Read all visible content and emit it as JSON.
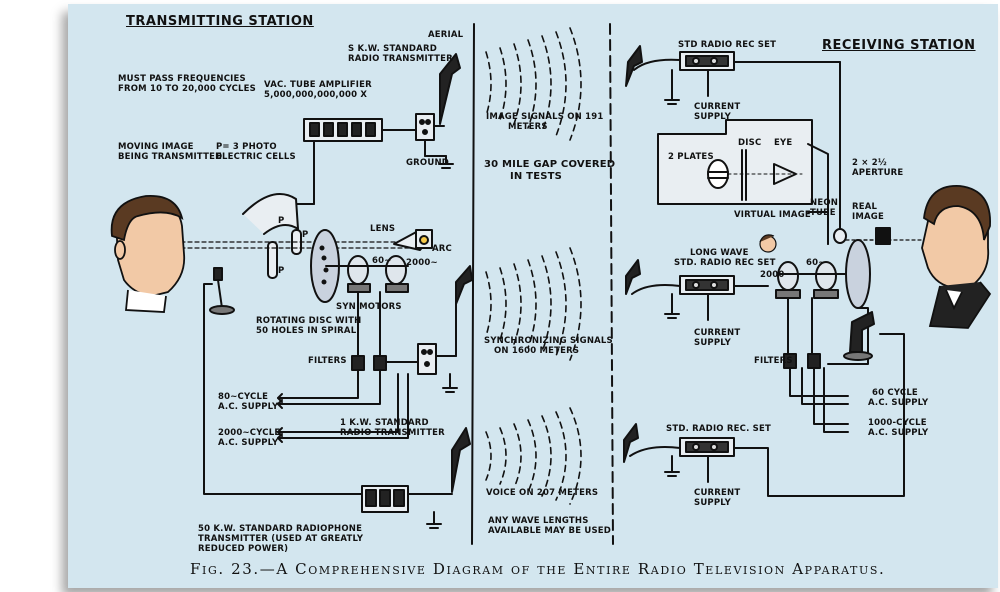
{
  "headers": {
    "transmitting": "TRANSMITTING  STATION",
    "receiving": "RECEIVING  STATION"
  },
  "labels": {
    "aerial": "AERIAL",
    "skw_transmitter_1": "S K.W. STANDARD",
    "skw_transmitter_2": "RADIO TRANSMITTER",
    "must_pass_1": "MUST PASS FREQUENCIES",
    "must_pass_2": "FROM 10 TO 20,000 CYCLES",
    "vac_tube_1": "VAC. TUBE AMPLIFIER",
    "vac_tube_2": "5,000,000,000,000 X",
    "moving_image_1": "MOVING IMAGE",
    "moving_image_2": "BEING TRANSMITTED",
    "photo_cells_1": "P= 3 PHOTO",
    "photo_cells_2": "ELECTRIC CELLS",
    "ground": "GROUND",
    "p1": "P",
    "p2": "P",
    "p3": "P",
    "lens": "LENS",
    "arc": "ARC",
    "freq_2000_tx": "2000~",
    "freq_60_tx": "60~",
    "syn_motors": "SYN MOTORS",
    "rotating_disc_1": "ROTATING DISC WITH",
    "rotating_disc_2": "50 HOLES IN SPIRAL",
    "filters_tx": "FILTERS",
    "supply_80_1": "80~CYCLE",
    "supply_80_2": "A.C. SUPPLY",
    "supply_2000_1": "2000~CYCLE",
    "supply_2000_2": "A.C. SUPPLY",
    "one_kw_1": "1 K.W. STANDARD",
    "one_kw_2": "RADIO TRANSMITTER",
    "fifty_kw_1": "50 K.W. STANDARD RADIOPHONE",
    "fifty_kw_2": "TRANSMITTER (USED AT GREATLY",
    "fifty_kw_3": "REDUCED POWER)",
    "image_signals_1": "IMAGE SIGNALS ON 191",
    "image_signals_2": "METERS",
    "gap_1": "30 MILE GAP COVERED",
    "gap_2": "IN TESTS",
    "sync_signals_1": "SYNCHRONIZING SIGNALS",
    "sync_signals_2": "ON 1600 METERS",
    "voice_1": "VOICE ON 207 METERS",
    "any_wave_1": "ANY WAVE LENGTHS",
    "any_wave_2": "AVAILABLE MAY BE USED",
    "std_rec_1": "STD RADIO REC SET",
    "current_supply_1a": "CURRENT",
    "current_supply_1b": "SUPPLY",
    "two_plates": "2 PLATES",
    "disc": "DISC",
    "eye": "EYE",
    "aperture_1": "2 × 2½",
    "aperture_2": "APERTURE",
    "neon_1": "NEON",
    "neon_2": "TUBE",
    "real_image_1": "REAL",
    "real_image_2": "IMAGE",
    "virtual_image": "VIRTUAL IMAGE",
    "long_wave_1": "LONG WAVE",
    "long_wave_2": "STD. RADIO REC SET",
    "freq_60_rx": "60~",
    "freq_2000_rx": "2000~",
    "current_supply_2a": "CURRENT",
    "current_supply_2b": "SUPPLY",
    "filters_rx": "FILTERS",
    "rx_60_1": "60 CYCLE",
    "rx_60_2": "A.C. SUPPLY",
    "rx_1000_1": "1000-CYCLE",
    "rx_1000_2": "A.C. SUPPLY",
    "std_rec_3": "STD. RADIO REC. SET",
    "current_supply_3a": "CURRENT",
    "current_supply_3b": "SUPPLY"
  },
  "caption": "Fig. 23.—A Comprehensive Diagram of the Entire Radio Television Apparatus.",
  "colors": {
    "background": "#d3e6ef",
    "ink": "#111111",
    "skin": "#f2c9a6",
    "hair": "#5a3a22",
    "disc": "#c9d2de"
  }
}
